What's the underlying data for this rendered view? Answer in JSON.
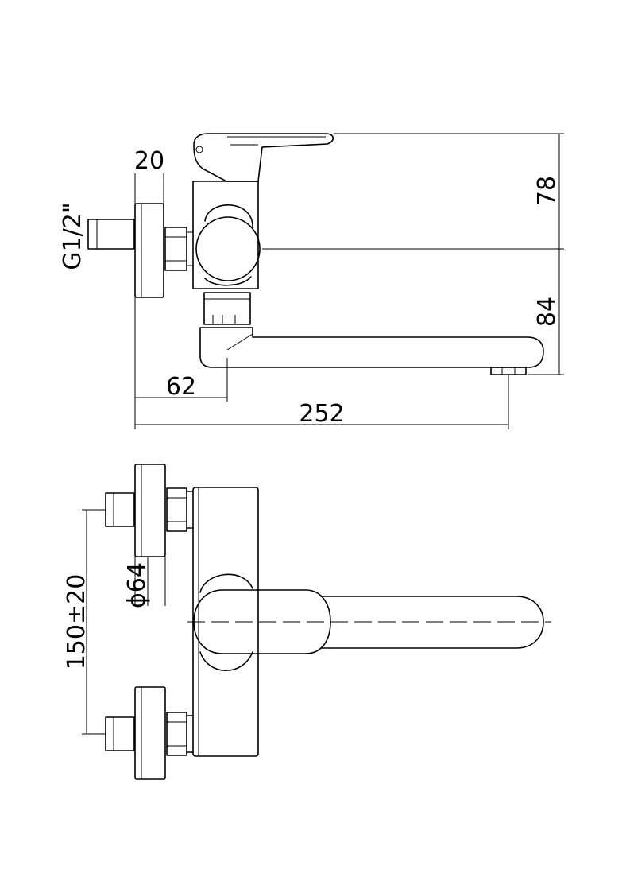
{
  "dimensions": {
    "connection_width": "20",
    "thread": "G1/2\"",
    "upper_height": "78",
    "lower_height": "84",
    "projection_to_center": "62",
    "total_projection": "252",
    "flange_diameter": "ϕ64",
    "center_distance": "150±20"
  }
}
